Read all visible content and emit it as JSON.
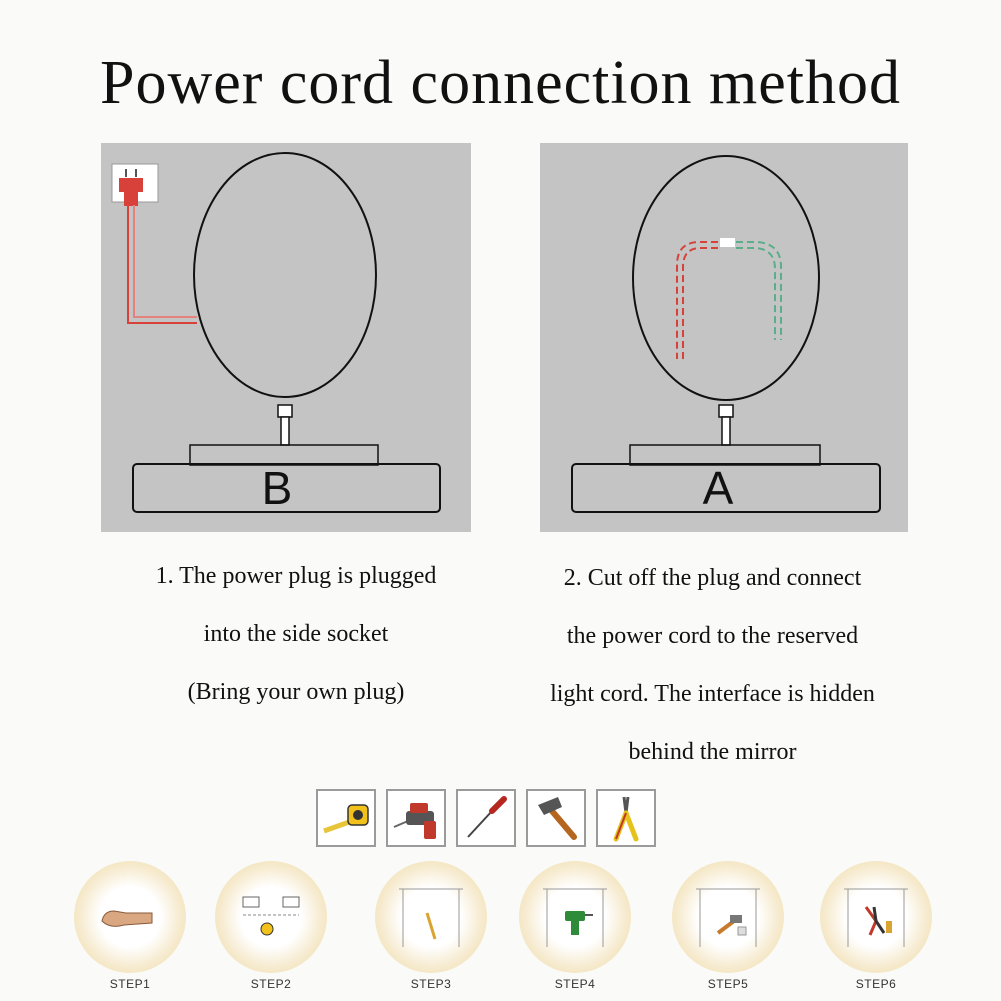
{
  "title": "Power cord connection method",
  "panels": [
    {
      "letter": "B",
      "caption_lines": [
        "1. The power plug is plugged",
        "into the side socket",
        "(Bring your own plug)"
      ]
    },
    {
      "letter": "A",
      "caption_lines": [
        "2. Cut off the plug and connect",
        "the power cord to the reserved",
        "light cord. The interface is hidden",
        "behind the mirror"
      ]
    }
  ],
  "tools": [
    {
      "icon": "tape-measure-icon"
    },
    {
      "icon": "electric-drill-icon"
    },
    {
      "icon": "screwdriver-icon"
    },
    {
      "icon": "hammer-icon"
    },
    {
      "icon": "pliers-icon"
    }
  ],
  "steps": [
    {
      "label": "STEP1",
      "icon": "arm-icon"
    },
    {
      "label": "STEP2",
      "icon": "measure-icon"
    },
    {
      "label": "STEP3",
      "icon": "pencil-icon"
    },
    {
      "label": "STEP4",
      "icon": "drill-icon"
    },
    {
      "label": "STEP5",
      "icon": "hammer-icon"
    },
    {
      "label": "STEP6",
      "icon": "pliers-icon"
    }
  ],
  "colors": {
    "panel_bg": "#c4c4c4",
    "cord_red": "#d8403a",
    "cord_green": "#5aae8a",
    "step_glow": "#f3e4bd"
  }
}
